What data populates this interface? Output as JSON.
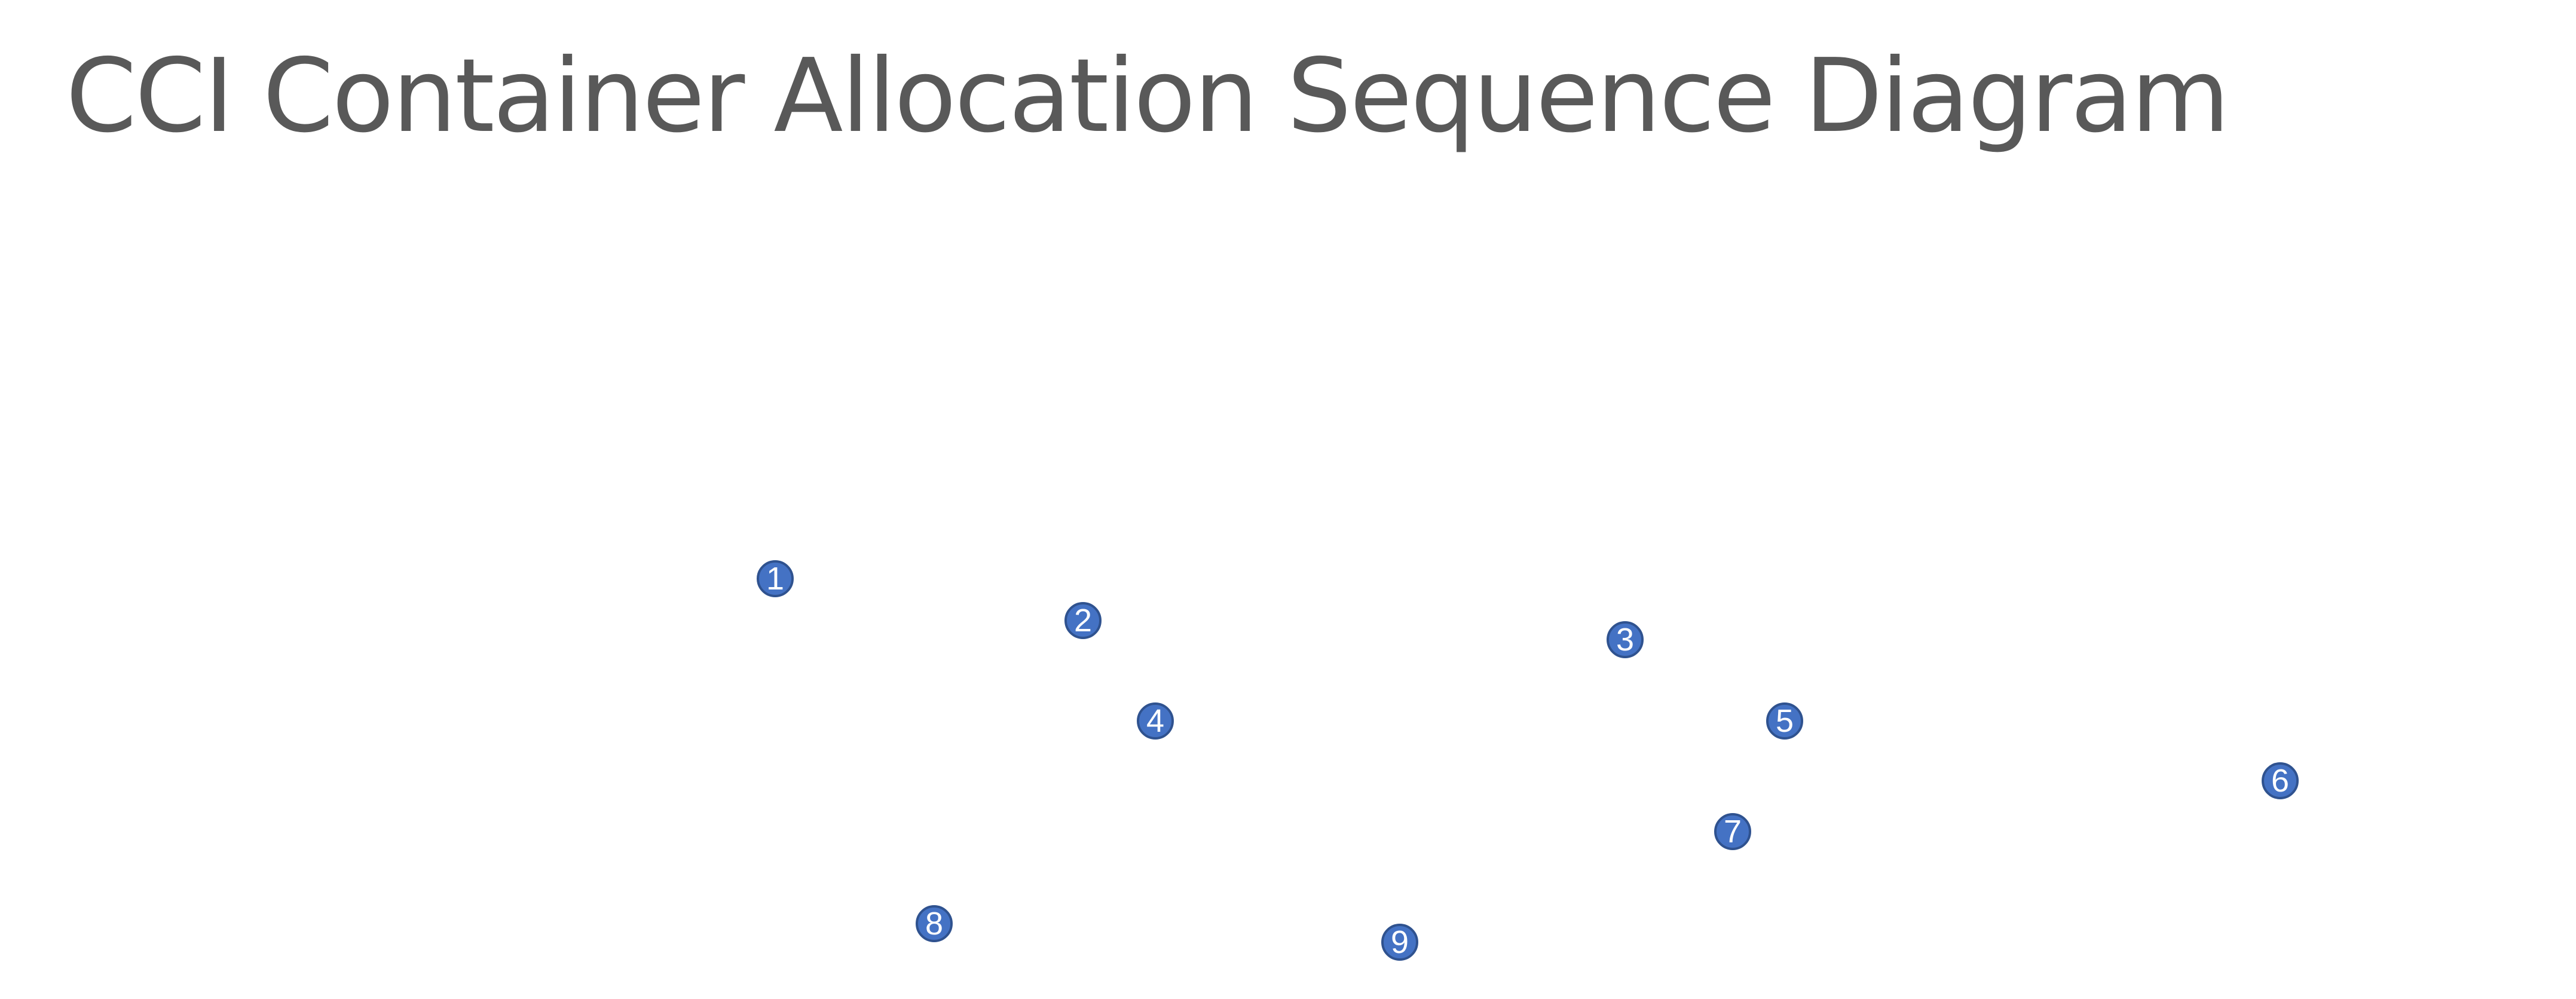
{
  "title": "CCI Container Allocation Sequence Diagram",
  "colors": {
    "title": "#595959",
    "marker_fill": "#4472c4",
    "marker_border": "#2f528f",
    "marker_text": "#ffffff",
    "background": "#ffffff"
  },
  "markers": [
    {
      "id": "marker-1",
      "label": "1"
    },
    {
      "id": "marker-2",
      "label": "2"
    },
    {
      "id": "marker-3",
      "label": "3"
    },
    {
      "id": "marker-4",
      "label": "4"
    },
    {
      "id": "marker-5",
      "label": "5"
    },
    {
      "id": "marker-6",
      "label": "6"
    },
    {
      "id": "marker-7",
      "label": "7"
    },
    {
      "id": "marker-8",
      "label": "8"
    },
    {
      "id": "marker-9",
      "label": "9"
    }
  ]
}
